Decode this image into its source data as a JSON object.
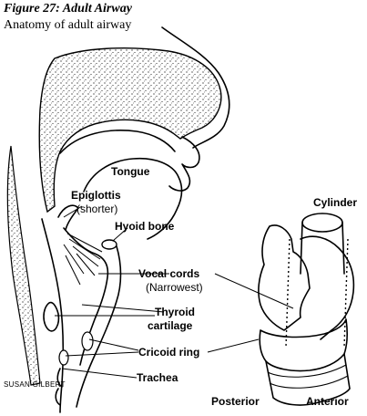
{
  "figure": {
    "title": "Figure 27: Adult Airway",
    "subtitle": "Anatomy of adult airway"
  },
  "labels": {
    "tongue": "Tongue",
    "epiglottis": "Epiglottis",
    "epiglottis_note": "(shorter)",
    "hyoid_bone": "Hyoid bone",
    "vocal_cords": "Vocal cords",
    "vocal_cords_note": "(Narrowest)",
    "thyroid_line1": "Thyroid",
    "thyroid_line2": "cartilage",
    "cricoid_ring": "Cricoid ring",
    "trachea": "Trachea",
    "cylinder": "Cylinder",
    "posterior": "Posterior",
    "anterior": "Anterior"
  },
  "credit": "SUSAN GILBERT"
}
